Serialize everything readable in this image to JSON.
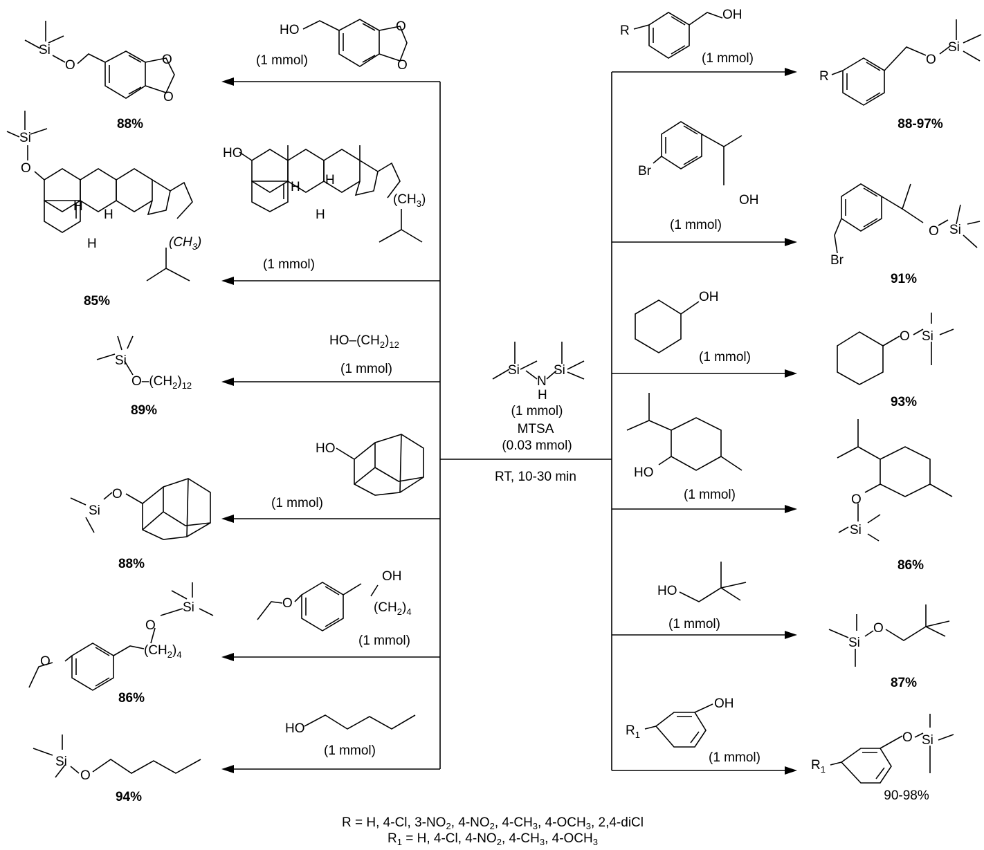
{
  "center": {
    "reagent_label": "(1 mmol)",
    "catalyst_name": "MTSA",
    "catalyst_amount": "(0.03 mmol)",
    "conditions": "RT, 10-30 min",
    "atoms": {
      "si_left": "Si",
      "n": "N",
      "h": "H",
      "si_right": "Si"
    }
  },
  "left": [
    {
      "reactant_text": "HO",
      "amount": "(1 mmol)",
      "yield": "88%"
    },
    {
      "reactant_text": "HO",
      "amount": "(1 mmol)",
      "yield": "85%"
    },
    {
      "reactant_text": "HO–(CH",
      "amount": "(1 mmol)",
      "yield": "89%"
    },
    {
      "reactant_text": "HO",
      "amount": "(1 mmol)",
      "yield": "88%"
    },
    {
      "reactant_text": "OH",
      "amount": "(1 mmol)",
      "yield": "86%"
    },
    {
      "reactant_text": "HO",
      "amount": "(1 mmol)",
      "yield": "94%"
    }
  ],
  "right": [
    {
      "reactant_text": "OH",
      "amount": "(1 mmol)",
      "yield": "88-97%"
    },
    {
      "reactant_text": "OH",
      "amount": "(1 mmol)",
      "yield": "91%"
    },
    {
      "reactant_text": "OH",
      "amount": "(1 mmol)",
      "yield": "93%"
    },
    {
      "reactant_text": "HO",
      "amount": "(1 mmol)",
      "yield": "86%"
    },
    {
      "reactant_text": "HO",
      "amount": "(1 mmol)",
      "yield": "87%"
    },
    {
      "reactant_text": "OH",
      "amount": "(1 mmol)",
      "yield": "90-98%"
    }
  ],
  "atoms": {
    "si": "Si",
    "o": "O",
    "ho": "HO",
    "oh": "OH",
    "br": "Br",
    "h": "H",
    "r": "R",
    "r1": "R"
  },
  "groups": {
    "ch2": "(CH",
    "ch3": "(CH",
    "sub12": "12",
    "sub4": "4",
    "sub3": "3",
    "sub1": "1",
    "close": ")"
  },
  "footnotes": {
    "r": "R = H, 4-Cl, 3-NO2, 4-NO2, 4-CH3, 4-OCH3, 2,4-diCl",
    "r1": "R1 = H, 4-Cl, 4-NO2, 4-CH3, 4-OCH3"
  }
}
